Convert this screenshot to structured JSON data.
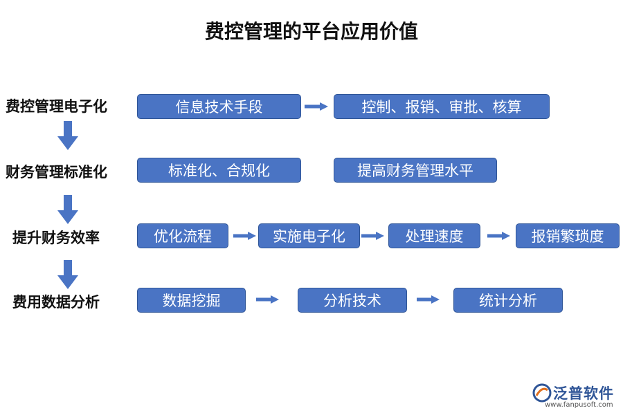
{
  "title": "费控管理的平台应用价值",
  "rows": [
    {
      "label": "费控管理电子化",
      "boxes": [
        "信息技术手段",
        "控制、报销、审批、核算"
      ]
    },
    {
      "label": "财务管理标准化",
      "boxes": [
        "标准化、合规化",
        "提高财务管理水平"
      ]
    },
    {
      "label": "提升财务效率",
      "boxes": [
        "优化流程",
        "实施电子化",
        "处理速度",
        "报销繁琐度"
      ]
    },
    {
      "label": "费用数据分析",
      "boxes": [
        "数据挖掘",
        "分析技术",
        "统计分析"
      ]
    }
  ],
  "logo": {
    "name": "泛普软件",
    "url": "www.fanpusoft.com"
  },
  "colors": {
    "box_fill": "#4a74c4",
    "box_border": "#2f5597",
    "arrow": "#4a74c4"
  }
}
